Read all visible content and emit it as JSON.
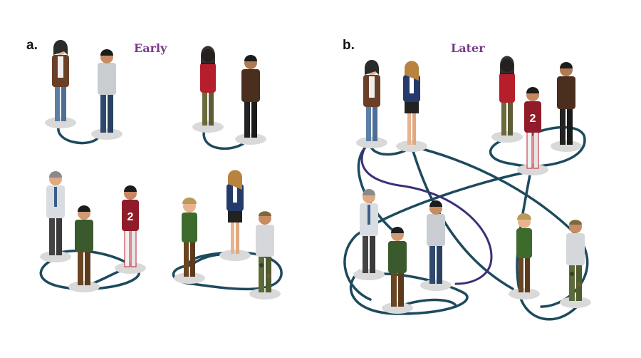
{
  "panels": {
    "a": {
      "letter": "a.",
      "title": "Early"
    },
    "b": {
      "letter": "b.",
      "title": "Later"
    }
  },
  "people": [
    {
      "id": "woman-brown-jacket",
      "icon": "person-woman-brown-jacket-icon"
    },
    {
      "id": "man-grey-shirt",
      "icon": "person-man-grey-shirt-icon"
    },
    {
      "id": "woman-red-top",
      "icon": "person-woman-red-top-icon"
    },
    {
      "id": "man-brown-jacket",
      "icon": "person-man-brown-jacket-icon"
    },
    {
      "id": "man-tie",
      "icon": "person-man-tie-icon"
    },
    {
      "id": "man-green-sweater",
      "icon": "person-man-green-sweater-icon"
    },
    {
      "id": "athlete-number-2",
      "icon": "person-athlete-number-2-icon",
      "jersey_number": "2"
    },
    {
      "id": "woman-navy-blazer",
      "icon": "person-woman-navy-blazer-icon"
    },
    {
      "id": "woman-camo-cap",
      "icon": "person-woman-camo-cap-icon"
    },
    {
      "id": "man-camo-pants",
      "icon": "person-man-camo-pants-icon"
    }
  ],
  "colors": {
    "title_purple": "#7a3a8c",
    "link_teal": "#1d4a5e",
    "link_purple": "#3b2f78",
    "shadow_grey": "#d9d9d9"
  }
}
